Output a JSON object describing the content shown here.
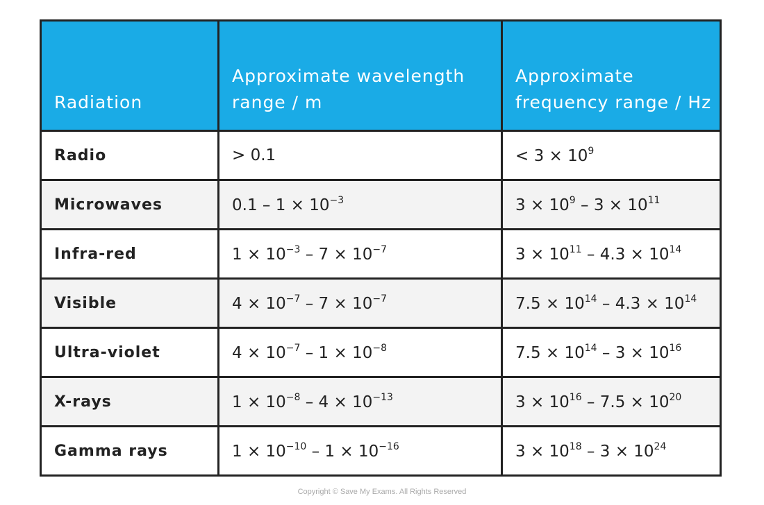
{
  "header": [
    "Radiation",
    "Approximate wavelength range / m",
    "Approximate frequency range / Hz"
  ],
  "colors": {
    "header": "#1aabe6",
    "alt_row": "#f3f3f3",
    "border": "#222222"
  },
  "rows": [
    {
      "name": "Radio",
      "wavelength": [
        [
          "> 0.1",
          ""
        ]
      ],
      "frequency": [
        [
          "< 3 × 10",
          "9"
        ]
      ]
    },
    {
      "name": "Microwaves",
      "wavelength": [
        [
          "0.1 – 1 × 10",
          "−3"
        ]
      ],
      "frequency": [
        [
          "3 × 10",
          "9"
        ],
        [
          " – 3 × 10",
          "11"
        ]
      ]
    },
    {
      "name": "Infra-red",
      "wavelength": [
        [
          "1 × 10",
          "−3"
        ],
        [
          " – 7 × 10",
          "−7"
        ]
      ],
      "frequency": [
        [
          "3 × 10",
          "11"
        ],
        [
          " – 4.3 × 10",
          "14"
        ]
      ]
    },
    {
      "name": "Visible",
      "wavelength": [
        [
          "4 × 10",
          "−7"
        ],
        [
          " – 7 × 10",
          "−7"
        ]
      ],
      "frequency": [
        [
          "7.5 × 10",
          "14"
        ],
        [
          " – 4.3 × 10",
          "14"
        ]
      ]
    },
    {
      "name": "Ultra-violet",
      "wavelength": [
        [
          "4 × 10",
          "−7"
        ],
        [
          " – 1 × 10",
          "−8"
        ]
      ],
      "frequency": [
        [
          "7.5 × 10",
          "14"
        ],
        [
          " – 3 × 10",
          "16"
        ]
      ]
    },
    {
      "name": "X-rays",
      "wavelength": [
        [
          "1 × 10",
          "−8"
        ],
        [
          " – 4 × 10",
          "−13"
        ]
      ],
      "frequency": [
        [
          "3 × 10",
          "16"
        ],
        [
          " – 7.5 × 10",
          "20"
        ]
      ]
    },
    {
      "name": "Gamma rays",
      "wavelength": [
        [
          "1 × 10",
          "−10"
        ],
        [
          " – 1 × 10",
          "−16"
        ]
      ],
      "frequency": [
        [
          "3 × 10",
          "18"
        ],
        [
          " – 3 × 10",
          "24"
        ]
      ]
    }
  ],
  "copyright": "Copyright © Save My Exams. All Rights Reserved"
}
